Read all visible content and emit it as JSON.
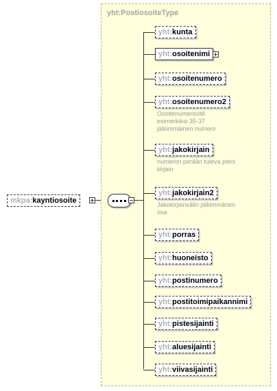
{
  "root_element": {
    "prefix": "mkpa",
    "name": "kayntiosoite"
  },
  "type": {
    "title": "yht:PostiosoiteType"
  },
  "sequence": {
    "icon": "sequence-compositor-icon"
  },
  "children": [
    {
      "prefix": "yht",
      "name": "kunta",
      "optional": true,
      "expandable": false,
      "doc": ""
    },
    {
      "prefix": "yht",
      "name": "osoitenimi",
      "optional": false,
      "expandable": true,
      "doc": ""
    },
    {
      "prefix": "yht",
      "name": "osoitenumero",
      "optional": true,
      "expandable": false,
      "doc": ""
    },
    {
      "prefix": "yht",
      "name": "osoitenumero2",
      "optional": true,
      "expandable": false,
      "doc": "Osoitenumeroväli\nesimerkiksi 35-37\njälkimmäinen numero"
    },
    {
      "prefix": "yht",
      "name": "jakokirjain",
      "optional": true,
      "expandable": false,
      "doc": "numeron perään tuleva pieni\nkirjain"
    },
    {
      "prefix": "yht",
      "name": "jakokirjain2",
      "optional": true,
      "expandable": false,
      "doc": "Jakokirjainvälin jälkimmänen\nosa"
    },
    {
      "prefix": "yht",
      "name": "porras",
      "optional": true,
      "expandable": false,
      "doc": ""
    },
    {
      "prefix": "yht",
      "name": "huoneisto",
      "optional": true,
      "expandable": false,
      "doc": ""
    },
    {
      "prefix": "yht",
      "name": "postinumero",
      "optional": true,
      "expandable": false,
      "doc": ""
    },
    {
      "prefix": "yht",
      "name": "postitoimipaikannimi",
      "optional": true,
      "expandable": false,
      "doc": ""
    },
    {
      "prefix": "yht",
      "name": "pistesijainti",
      "optional": true,
      "expandable": false,
      "doc": ""
    },
    {
      "prefix": "yht",
      "name": "aluesijainti",
      "optional": true,
      "expandable": false,
      "doc": ""
    },
    {
      "prefix": "yht",
      "name": "viivasijainti",
      "optional": true,
      "expandable": false,
      "doc": ""
    }
  ]
}
